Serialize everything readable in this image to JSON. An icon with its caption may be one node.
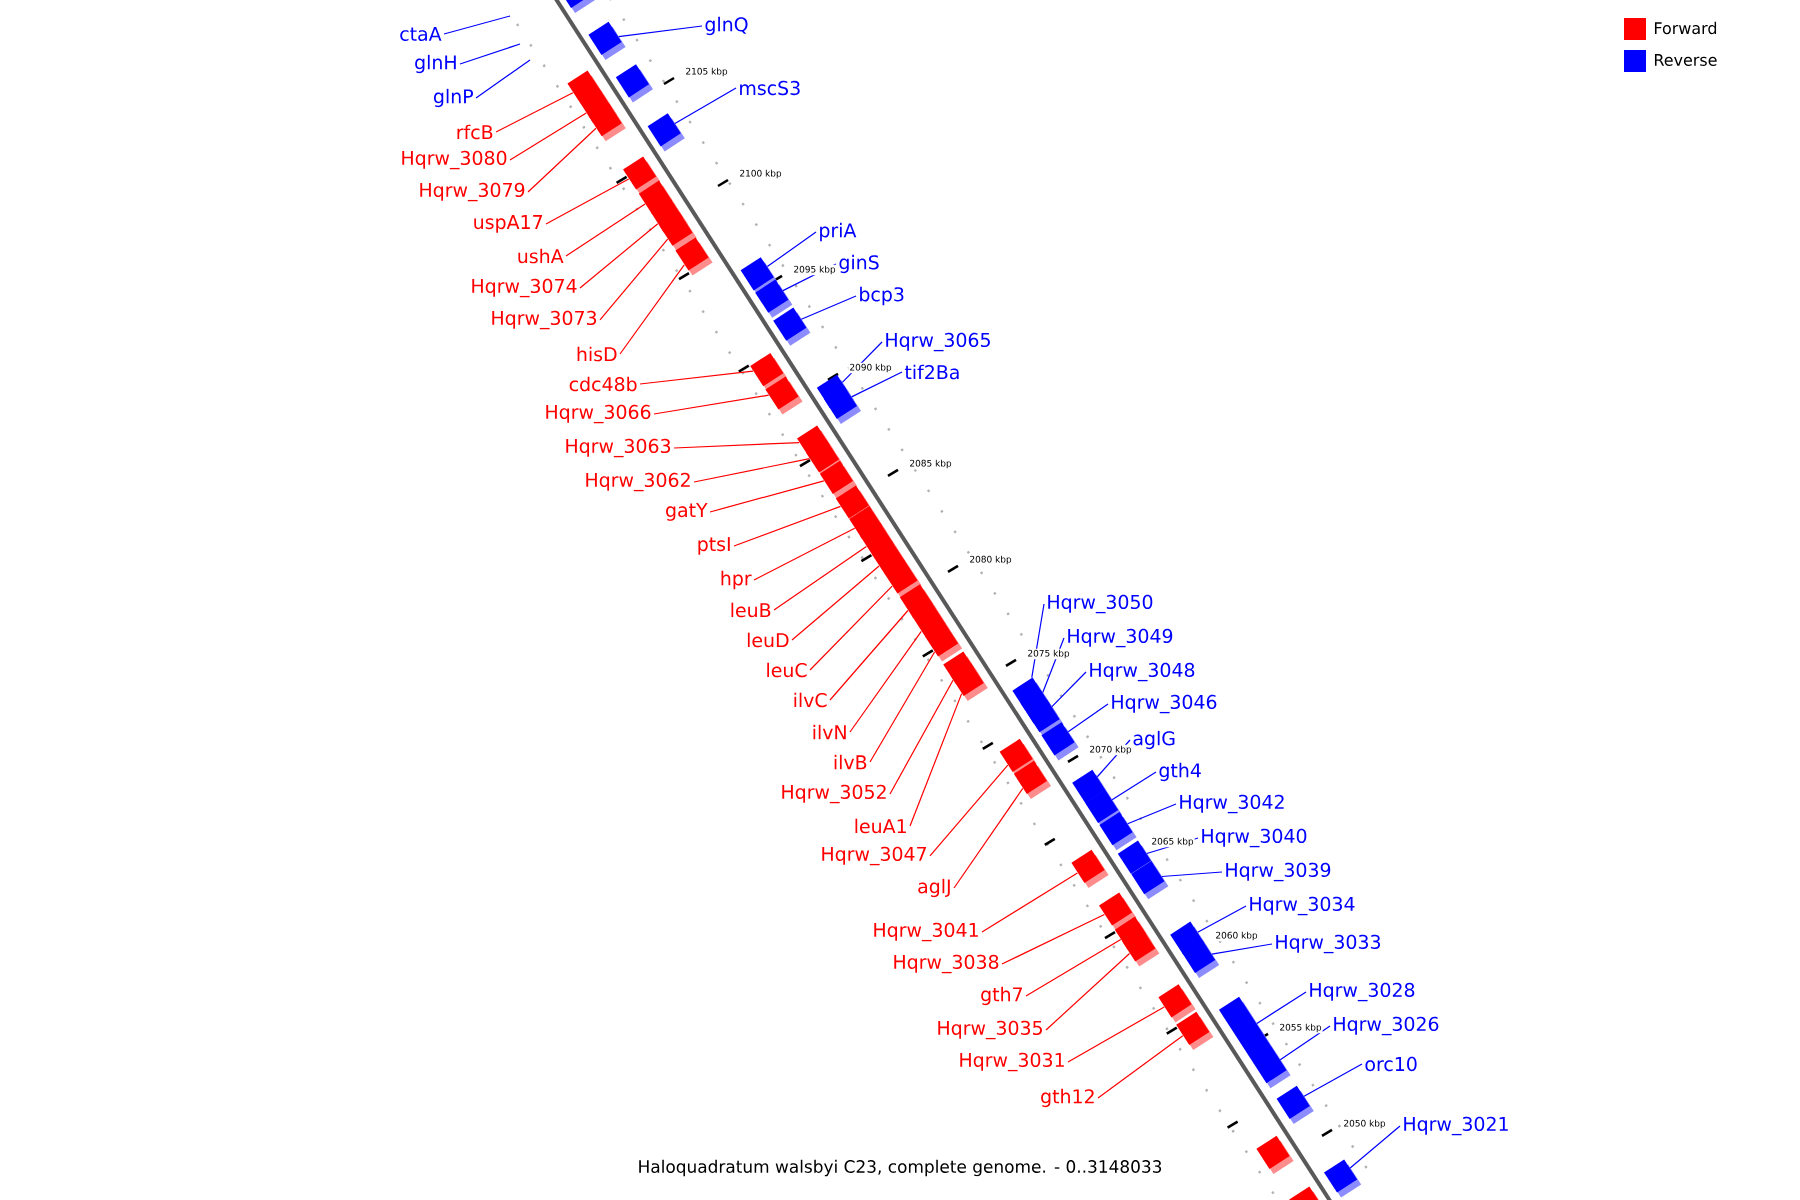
{
  "diagram": {
    "caption": "Haloquadratum walsbyi C23, complete genome. - 0..3148033",
    "nodes": [
      {
        "text": [
          "ctaA"
        ]
      },
      {
        "text": [
          "glnH"
        ]
      },
      {
        "text": [
          "glnP"
        ]
      },
      {
        "text": [
          "rfcB"
        ]
      },
      {
        "text": [
          "Hqrw_3080"
        ]
      },
      {
        "text": [
          "Hqrw_3079"
        ]
      },
      {
        "text": [
          "uspA17"
        ]
      },
      {
        "text": [
          "ushA"
        ]
      },
      {
        "text": [
          "Hqrw_3074"
        ]
      },
      {
        "text": [
          "Hqrw_3073"
        ]
      },
      {
        "text": [
          "hisD"
        ]
      },
      {
        "text": [
          "cdc48b"
        ]
      },
      {
        "text": [
          "Hqrw_3066"
        ]
      },
      {
        "text": [
          "Hqrw_3063"
        ]
      },
      {
        "text": [
          "Hqrw_3062"
        ]
      },
      {
        "text": [
          "gatY"
        ]
      },
      {
        "text": [
          "ptsI"
        ]
      },
      {
        "text": [
          "hpr"
        ]
      },
      {
        "text": [
          "leuB"
        ]
      },
      {
        "text": [
          "leuD"
        ]
      },
      {
        "text": [
          "leuC"
        ]
      },
      {
        "text": [
          "ilvC"
        ]
      },
      {
        "text": [
          "ilvN"
        ]
      },
      {
        "text": [
          "ilvB"
        ]
      },
      {
        "text": [
          "Hqrw_3052"
        ]
      },
      {
        "text": [
          "leuA1"
        ]
      },
      {
        "text": [
          "Hqrw_3047"
        ]
      },
      {
        "text": [
          "aglJ"
        ]
      },
      {
        "text": [
          "Hqrw_3041"
        ]
      },
      {
        "text": [
          "Hqrw_3038"
        ]
      },
      {
        "text": [
          "gth7"
        ]
      },
      {
        "text": [
          "Hqrw_3035"
        ]
      },
      {
        "text": [
          "Hqrw_3031"
        ]
      },
      {
        "text": [
          "gth12"
        ]
      },
      {
        "text": [
          "glnQ"
        ]
      },
      {
        "text": [
          "mscS3"
        ]
      },
      {
        "text": [
          "priA"
        ]
      },
      {
        "text": [
          "ginS"
        ]
      },
      {
        "text": [
          "bcp3"
        ]
      },
      {
        "text": [
          "Hqrw_3065"
        ]
      },
      {
        "text": [
          "tif2Ba"
        ]
      },
      {
        "text": [
          "Hqrw_3050"
        ]
      },
      {
        "text": [
          "Hqrw_3049"
        ]
      },
      {
        "text": [
          "Hqrw_3048"
        ]
      },
      {
        "text": [
          "Hqrw_3046"
        ]
      },
      {
        "text": [
          "aglG"
        ]
      },
      {
        "text": [
          "gth4"
        ]
      },
      {
        "text": [
          "Hqrw_3042"
        ]
      },
      {
        "text": [
          "Hqrw_3040"
        ]
      },
      {
        "text": [
          "Hqrw_3039"
        ]
      },
      {
        "text": [
          "Hqrw_3034"
        ]
      },
      {
        "text": [
          "Hqrw_3033"
        ]
      },
      {
        "text": [
          "Hqrw_3028"
        ]
      },
      {
        "text": [
          "Hqrw_3026"
        ]
      },
      {
        "text": [
          "orc10"
        ]
      },
      {
        "text": [
          "Hqrw_3021"
        ]
      },
      {
        "text": [],
        "shape": "box"
      },
      {
        "text": [],
        "shape": "box"
      },
      {
        "text": [],
        "shape": "box"
      },
      {
        "text": [],
        "shape": "box"
      },
      {
        "text": [],
        "shape": "box"
      },
      {
        "text": [],
        "shape": "box"
      },
      {
        "text": [],
        "shape": "box"
      },
      {
        "text": [],
        "shape": "box"
      },
      {
        "text": [],
        "shape": "box"
      },
      {
        "text": [],
        "shape": "box"
      },
      {
        "text": [],
        "shape": "box"
      },
      {
        "text": [],
        "shape": "box"
      },
      {
        "text": [],
        "shape": "box"
      },
      {
        "text": [],
        "shape": "box"
      },
      {
        "text": [],
        "shape": "box"
      },
      {
        "text": [],
        "shape": "box"
      },
      {
        "text": [],
        "shape": "box"
      },
      {
        "text": [],
        "shape": "box"
      },
      {
        "text": [],
        "shape": "box"
      },
      {
        "text": [],
        "shape": "box"
      },
      {
        "text": [],
        "shape": "box"
      },
      {
        "text": [],
        "shape": "box"
      },
      {
        "text": [],
        "shape": "box"
      },
      {
        "text": [],
        "shape": "box"
      },
      {
        "text": [],
        "shape": "box"
      },
      {
        "text": [],
        "shape": "box"
      },
      {
        "text": [],
        "shape": "box"
      },
      {
        "text": [],
        "shape": "box"
      },
      {
        "text": [],
        "shape": "box"
      },
      {
        "text": [],
        "shape": "box"
      },
      {
        "text": [],
        "shape": "box"
      },
      {
        "text": [],
        "shape": "box"
      },
      {
        "text": [],
        "shape": "box"
      },
      {
        "text": [],
        "shape": "box"
      },
      {
        "text": [],
        "shape": "box"
      },
      {
        "text": [],
        "shape": "box"
      },
      {
        "text": [],
        "shape": "box"
      },
      {
        "text": [],
        "shape": "box"
      },
      {
        "text": [],
        "shape": "box"
      },
      {
        "text": [],
        "shape": "box"
      },
      {
        "text": [],
        "shape": "box"
      },
      {
        "text": [],
        "shape": "box"
      },
      {
        "text": [],
        "shape": "box"
      },
      {
        "text": [],
        "shape": "box"
      },
      {
        "text": [],
        "shape": "box"
      },
      {
        "text": [],
        "shape": "box"
      },
      {
        "text": [],
        "shape": "box"
      },
      {
        "text": [],
        "shape": "box"
      },
      {
        "text": [],
        "shape": "box"
      },
      {
        "text": [],
        "shape": "box"
      },
      {
        "text": [],
        "shape": "box"
      },
      {
        "text": [],
        "shape": "box"
      },
      {
        "text": [],
        "shape": "box"
      },
      {
        "text": [],
        "shape": "box"
      },
      {
        "text": [],
        "shape": "box"
      },
      {
        "text": [],
        "shape": "box"
      },
      {
        "text": [],
        "shape": "box"
      }
    ],
    "edges": [
      {
        "from": 0,
        "to": null,
        "arrow": "none",
        "color": "#0000ff"
      },
      {
        "from": 1,
        "to": null,
        "arrow": "none",
        "color": "#0000ff"
      },
      {
        "from": 2,
        "to": null,
        "arrow": "none",
        "color": "#0000ff"
      },
      {
        "from": 3,
        "to": 56,
        "arrow": "none",
        "color": "#ff0000"
      },
      {
        "from": 4,
        "to": 57,
        "arrow": "none",
        "color": "#ff0000"
      },
      {
        "from": 5,
        "to": 58,
        "arrow": "none",
        "color": "#ff0000"
      },
      {
        "from": 6,
        "to": 59,
        "arrow": "none",
        "color": "#ff0000"
      },
      {
        "from": 7,
        "to": 60,
        "arrow": "none",
        "color": "#ff0000"
      },
      {
        "from": 8,
        "to": 61,
        "arrow": "none",
        "color": "#ff0000"
      },
      {
        "from": 9,
        "to": 62,
        "arrow": "none",
        "color": "#ff0000"
      },
      {
        "from": 10,
        "to": 63,
        "arrow": "none",
        "color": "#ff0000"
      },
      {
        "from": 11,
        "to": 64,
        "arrow": "none",
        "color": "#ff0000"
      },
      {
        "from": 12,
        "to": 65,
        "arrow": "none",
        "color": "#ff0000"
      },
      {
        "from": 13,
        "to": 66,
        "arrow": "none",
        "color": "#ff0000"
      },
      {
        "from": 14,
        "to": 67,
        "arrow": "none",
        "color": "#ff0000"
      },
      {
        "from": 15,
        "to": 68,
        "arrow": "none",
        "color": "#ff0000"
      },
      {
        "from": 16,
        "to": 69,
        "arrow": "none",
        "color": "#ff0000"
      },
      {
        "from": 17,
        "to": 70,
        "arrow": "none",
        "color": "#ff0000"
      },
      {
        "from": 18,
        "to": 71,
        "arrow": "none",
        "color": "#ff0000"
      },
      {
        "from": 19,
        "to": 72,
        "arrow": "none",
        "color": "#ff0000"
      },
      {
        "from": 20,
        "to": 73,
        "arrow": "none",
        "color": "#ff0000"
      },
      {
        "from": 21,
        "to": 74,
        "arrow": "none",
        "color": "#ff0000"
      },
      {
        "from": 22,
        "to": 75,
        "arrow": "none",
        "color": "#ff0000"
      },
      {
        "from": 23,
        "to": 76,
        "arrow": "none",
        "color": "#ff0000"
      },
      {
        "from": 24,
        "to": 77,
        "arrow": "none",
        "color": "#ff0000"
      },
      {
        "from": 25,
        "to": 78,
        "arrow": "none",
        "color": "#ff0000"
      },
      {
        "from": 26,
        "to": 79,
        "arrow": "none",
        "color": "#ff0000"
      },
      {
        "from": 27,
        "to": 80,
        "arrow": "none",
        "color": "#ff0000"
      },
      {
        "from": 28,
        "to": 81,
        "arrow": "none",
        "color": "#ff0000"
      },
      {
        "from": 29,
        "to": 82,
        "arrow": "none",
        "color": "#ff0000"
      },
      {
        "from": 30,
        "to": 83,
        "arrow": "none",
        "color": "#ff0000"
      },
      {
        "from": 31,
        "to": 84,
        "arrow": "none",
        "color": "#ff0000"
      },
      {
        "from": 32,
        "to": 85,
        "arrow": "none",
        "color": "#ff0000"
      },
      {
        "from": 33,
        "to": 86,
        "arrow": "none",
        "color": "#ff0000"
      },
      {
        "from": 34,
        "to": 87,
        "arrow": "none",
        "color": "#0000ff"
      },
      {
        "from": 35,
        "to": 88,
        "arrow": "none",
        "color": "#0000ff"
      },
      {
        "from": 36,
        "to": 89,
        "arrow": "none",
        "color": "#0000ff"
      },
      {
        "from": 37,
        "to": 90,
        "arrow": "none",
        "color": "#0000ff"
      },
      {
        "from": 38,
        "to": 91,
        "arrow": "none",
        "color": "#0000ff"
      },
      {
        "from": 39,
        "to": 92,
        "arrow": "none",
        "color": "#0000ff"
      },
      {
        "from": 40,
        "to": 93,
        "arrow": "none",
        "color": "#0000ff"
      },
      {
        "from": 41,
        "to": 94,
        "arrow": "none",
        "color": "#0000ff"
      },
      {
        "from": 42,
        "to": 95,
        "arrow": "none",
        "color": "#0000ff"
      },
      {
        "from": 43,
        "to": 96,
        "arrow": "none",
        "color": "#0000ff"
      },
      {
        "from": 44,
        "to": 97,
        "arrow": "none",
        "color": "#0000ff"
      },
      {
        "from": 45,
        "to": 98,
        "arrow": "none",
        "color": "#0000ff"
      },
      {
        "from": 46,
        "to": 99,
        "arrow": "none",
        "color": "#0000ff"
      },
      {
        "from": 47,
        "to": 100,
        "arrow": "none",
        "color": "#0000ff"
      },
      {
        "from": 48,
        "to": 101,
        "arrow": "none",
        "color": "#0000ff"
      },
      {
        "from": 49,
        "to": 102,
        "arrow": "none",
        "color": "#0000ff"
      },
      {
        "from": 50,
        "to": 103,
        "arrow": "none",
        "color": "#0000ff"
      },
      {
        "from": 51,
        "to": 104,
        "arrow": "none",
        "color": "#0000ff"
      },
      {
        "from": 52,
        "to": 105,
        "arrow": "none",
        "color": "#0000ff"
      },
      {
        "from": 53,
        "to": 106,
        "arrow": "none",
        "color": "#0000ff"
      },
      {
        "from": 54,
        "to": 107,
        "arrow": "none",
        "color": "#0000ff"
      },
      {
        "from": 55,
        "to": 108,
        "arrow": "none",
        "color": "#0000ff"
      }
    ],
    "labels": [
      "2105 kbp",
      "2100 kbp",
      "2095 kbp",
      "2090 kbp",
      "2085 kbp",
      "2080 kbp",
      "2075 kbp",
      "2070 kbp",
      "2065 kbp",
      "2060 kbp",
      "2055 kbp",
      "2050 kbp"
    ],
    "legend": [
      {
        "text": "Forward",
        "color": "#ff0000"
      },
      {
        "text": "Reverse",
        "color": "#0000ff"
      }
    ]
  }
}
